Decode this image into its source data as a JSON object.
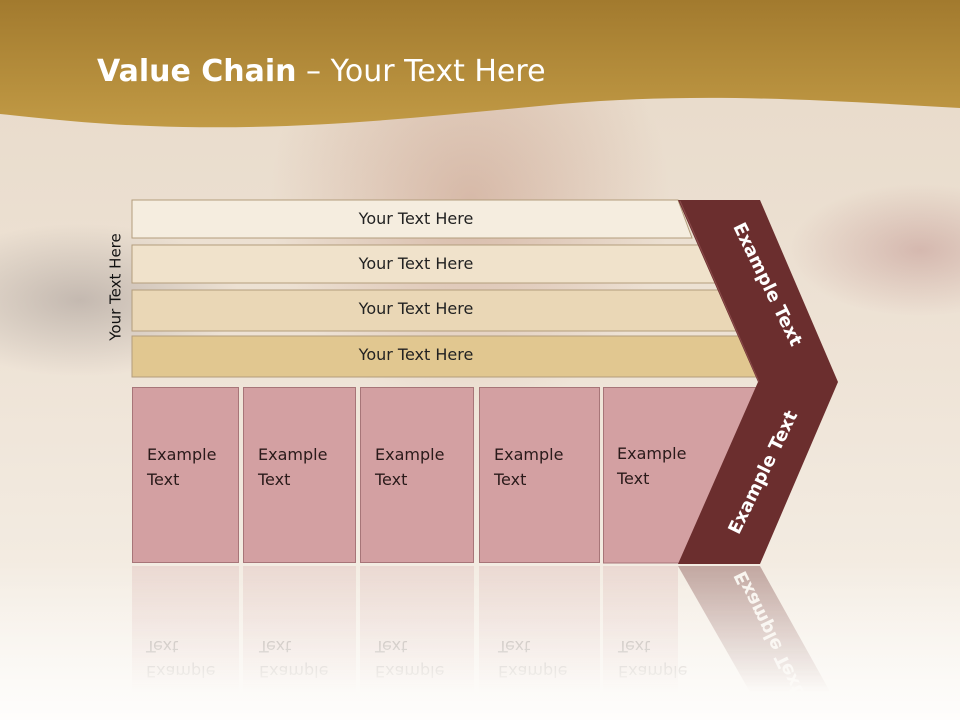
{
  "slide": {
    "title_bold": "Value Chain",
    "title_rest": " – Your Text Here"
  },
  "diagram": {
    "side_label": "Your Text Here",
    "support_rows": [
      {
        "label": "Your Text Here",
        "color": "#f5eddf"
      },
      {
        "label": "Your Text Here",
        "color": "#f0e2cb"
      },
      {
        "label": "Your Text Here",
        "color": "#ead7b6"
      },
      {
        "label": "Your Text Here",
        "color": "#e1c790"
      }
    ],
    "primary_boxes": [
      {
        "line1": "Example",
        "line2": "Text"
      },
      {
        "line1": "Example",
        "line2": "Text"
      },
      {
        "line1": "Example",
        "line2": "Text"
      },
      {
        "line1": "Example",
        "line2": "Text"
      },
      {
        "line1": "Example",
        "line2": "Text"
      }
    ],
    "margin_upper": "Example Text",
    "margin_lower": "Example Text",
    "colors": {
      "header_gold": "#b8923e",
      "chevron": "#6b2e2e",
      "box_fill": "#d3a0a2"
    }
  }
}
